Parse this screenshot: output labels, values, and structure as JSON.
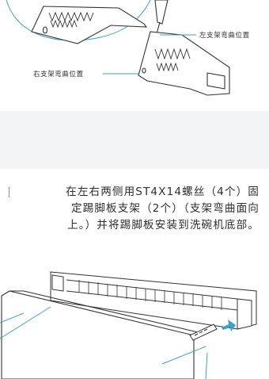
{
  "callouts": {
    "left_bracket_bend": "左支架弯曲位置",
    "right_bracket_bend": "右支架弯曲位置"
  },
  "instruction": {
    "line1": "在左右两侧用ST4X14螺丝（4个）固",
    "line2": "定踢脚板支架（2个）（支架弯曲面向",
    "line3": "上。）并将踢脚板安装到洗碗机底部。"
  },
  "colors": {
    "callout_line": "#3aa3c9",
    "arrow": "#3aa3c9",
    "band": "#f3f4f6",
    "text": "#2e2e2e"
  },
  "icons": [
    "bracket-illustration",
    "screwdriver-icon",
    "kickplate-illustration",
    "arrow-right-icon"
  ]
}
